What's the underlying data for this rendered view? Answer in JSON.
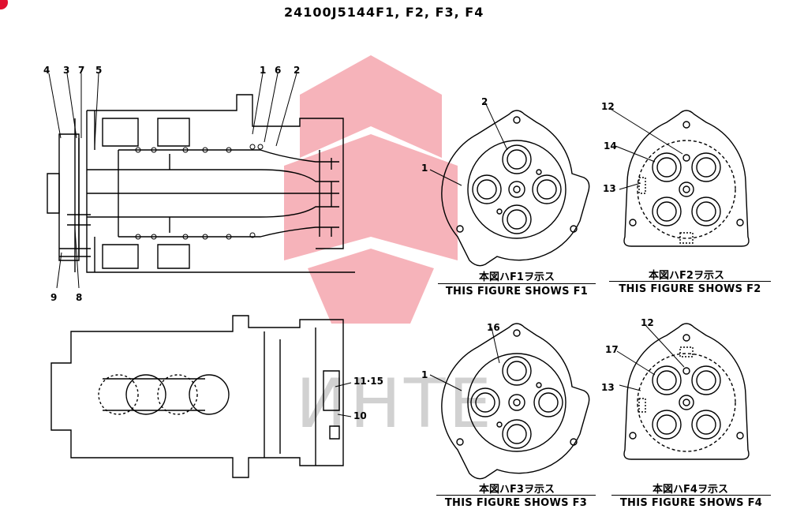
{
  "title": "24100J5144F1, F2, F3, F4",
  "watermark": {
    "text": "ИHTE",
    "color": "#e8283c"
  },
  "side_view_labels": [
    "4",
    "3",
    "7",
    "5",
    "1",
    "6",
    "2",
    "9",
    "8"
  ],
  "bottom_view_labels": [
    "11·15",
    "10"
  ],
  "figures": [
    {
      "id": "F1",
      "caption_jp": "本図ハF1ヲ示ス",
      "caption_en": "THIS FIGURE SHOWS  F1",
      "callouts": [
        "2",
        "1"
      ]
    },
    {
      "id": "F2",
      "caption_jp": "本図ハF2ヲ示ス",
      "caption_en": "THIS FIGURE SHOWS   F2",
      "callouts": [
        "12",
        "14",
        "13"
      ]
    },
    {
      "id": "F3",
      "caption_jp": "本図ハF3ヲ示ス",
      "caption_en": "THIS FIGURE SHOWS  F3",
      "callouts": [
        "16",
        "1"
      ]
    },
    {
      "id": "F4",
      "caption_jp": "本図ハF4ヲ示ス",
      "caption_en": "THIS FIGURE SHOWS  F4",
      "callouts": [
        "12",
        "17",
        "13"
      ]
    }
  ]
}
